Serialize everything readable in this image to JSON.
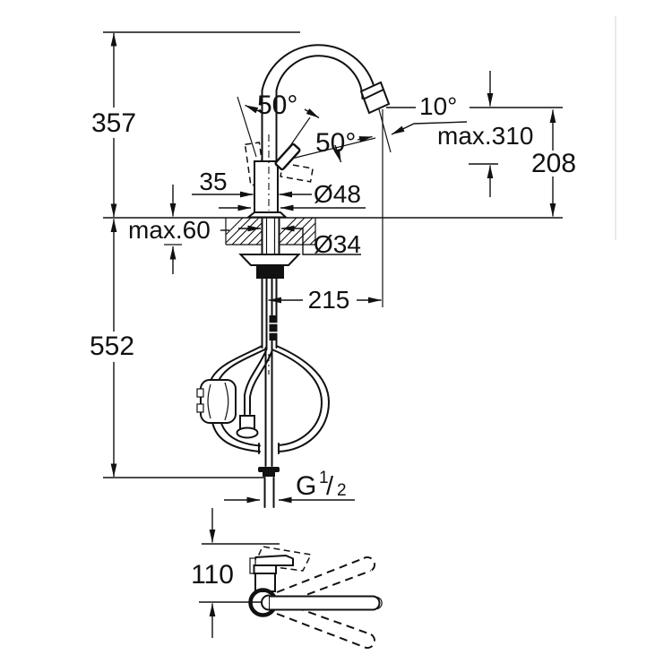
{
  "drawing": {
    "title": "kitchen faucet dimensional drawing",
    "line_color": "#111111",
    "background": "#ffffff",
    "dimensions": {
      "height_top": "357",
      "hose_length": "552",
      "handle_angle_front": "50°",
      "handle_angle_side": "50°",
      "spout_tilt": "10°",
      "max_height": "max.310",
      "spout_height": "208",
      "base_width": "35",
      "body_diameter": "Ø48",
      "counter_thickness": "max.60",
      "shank_diameter": "Ø34",
      "spout_projection": "215",
      "bottom_view_height": "110",
      "thread": {
        "value": "G 1/2",
        "base": "G",
        "numerator": "1",
        "slash": "/",
        "denominator": "2"
      }
    }
  }
}
